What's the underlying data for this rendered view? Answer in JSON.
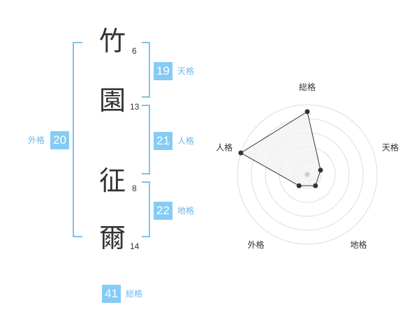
{
  "name": {
    "characters": [
      {
        "char": "竹",
        "strokes": "6"
      },
      {
        "char": "園",
        "strokes": "13"
      },
      {
        "char": "征",
        "strokes": "8"
      },
      {
        "char": "爾",
        "strokes": "14"
      }
    ]
  },
  "fortunes": {
    "tenkaku": {
      "value": "19",
      "label": "天格"
    },
    "jinkaku": {
      "value": "21",
      "label": "人格"
    },
    "chikaku": {
      "value": "22",
      "label": "地格"
    },
    "gaikaku": {
      "value": "20",
      "label": "外格"
    },
    "soukaku": {
      "value": "41",
      "label": "総格"
    }
  },
  "chart_data": {
    "type": "radar",
    "axes": [
      "総格",
      "天格",
      "地格",
      "外格",
      "人格"
    ],
    "values": [
      4.5,
      1,
      1,
      1,
      5
    ],
    "max": 5,
    "rings": 5,
    "grid": true,
    "colors": {
      "fill": "#f2f2f2",
      "ring": "#dddddd",
      "line": "#333333",
      "point": "#333333",
      "center": "#cccccc"
    }
  }
}
